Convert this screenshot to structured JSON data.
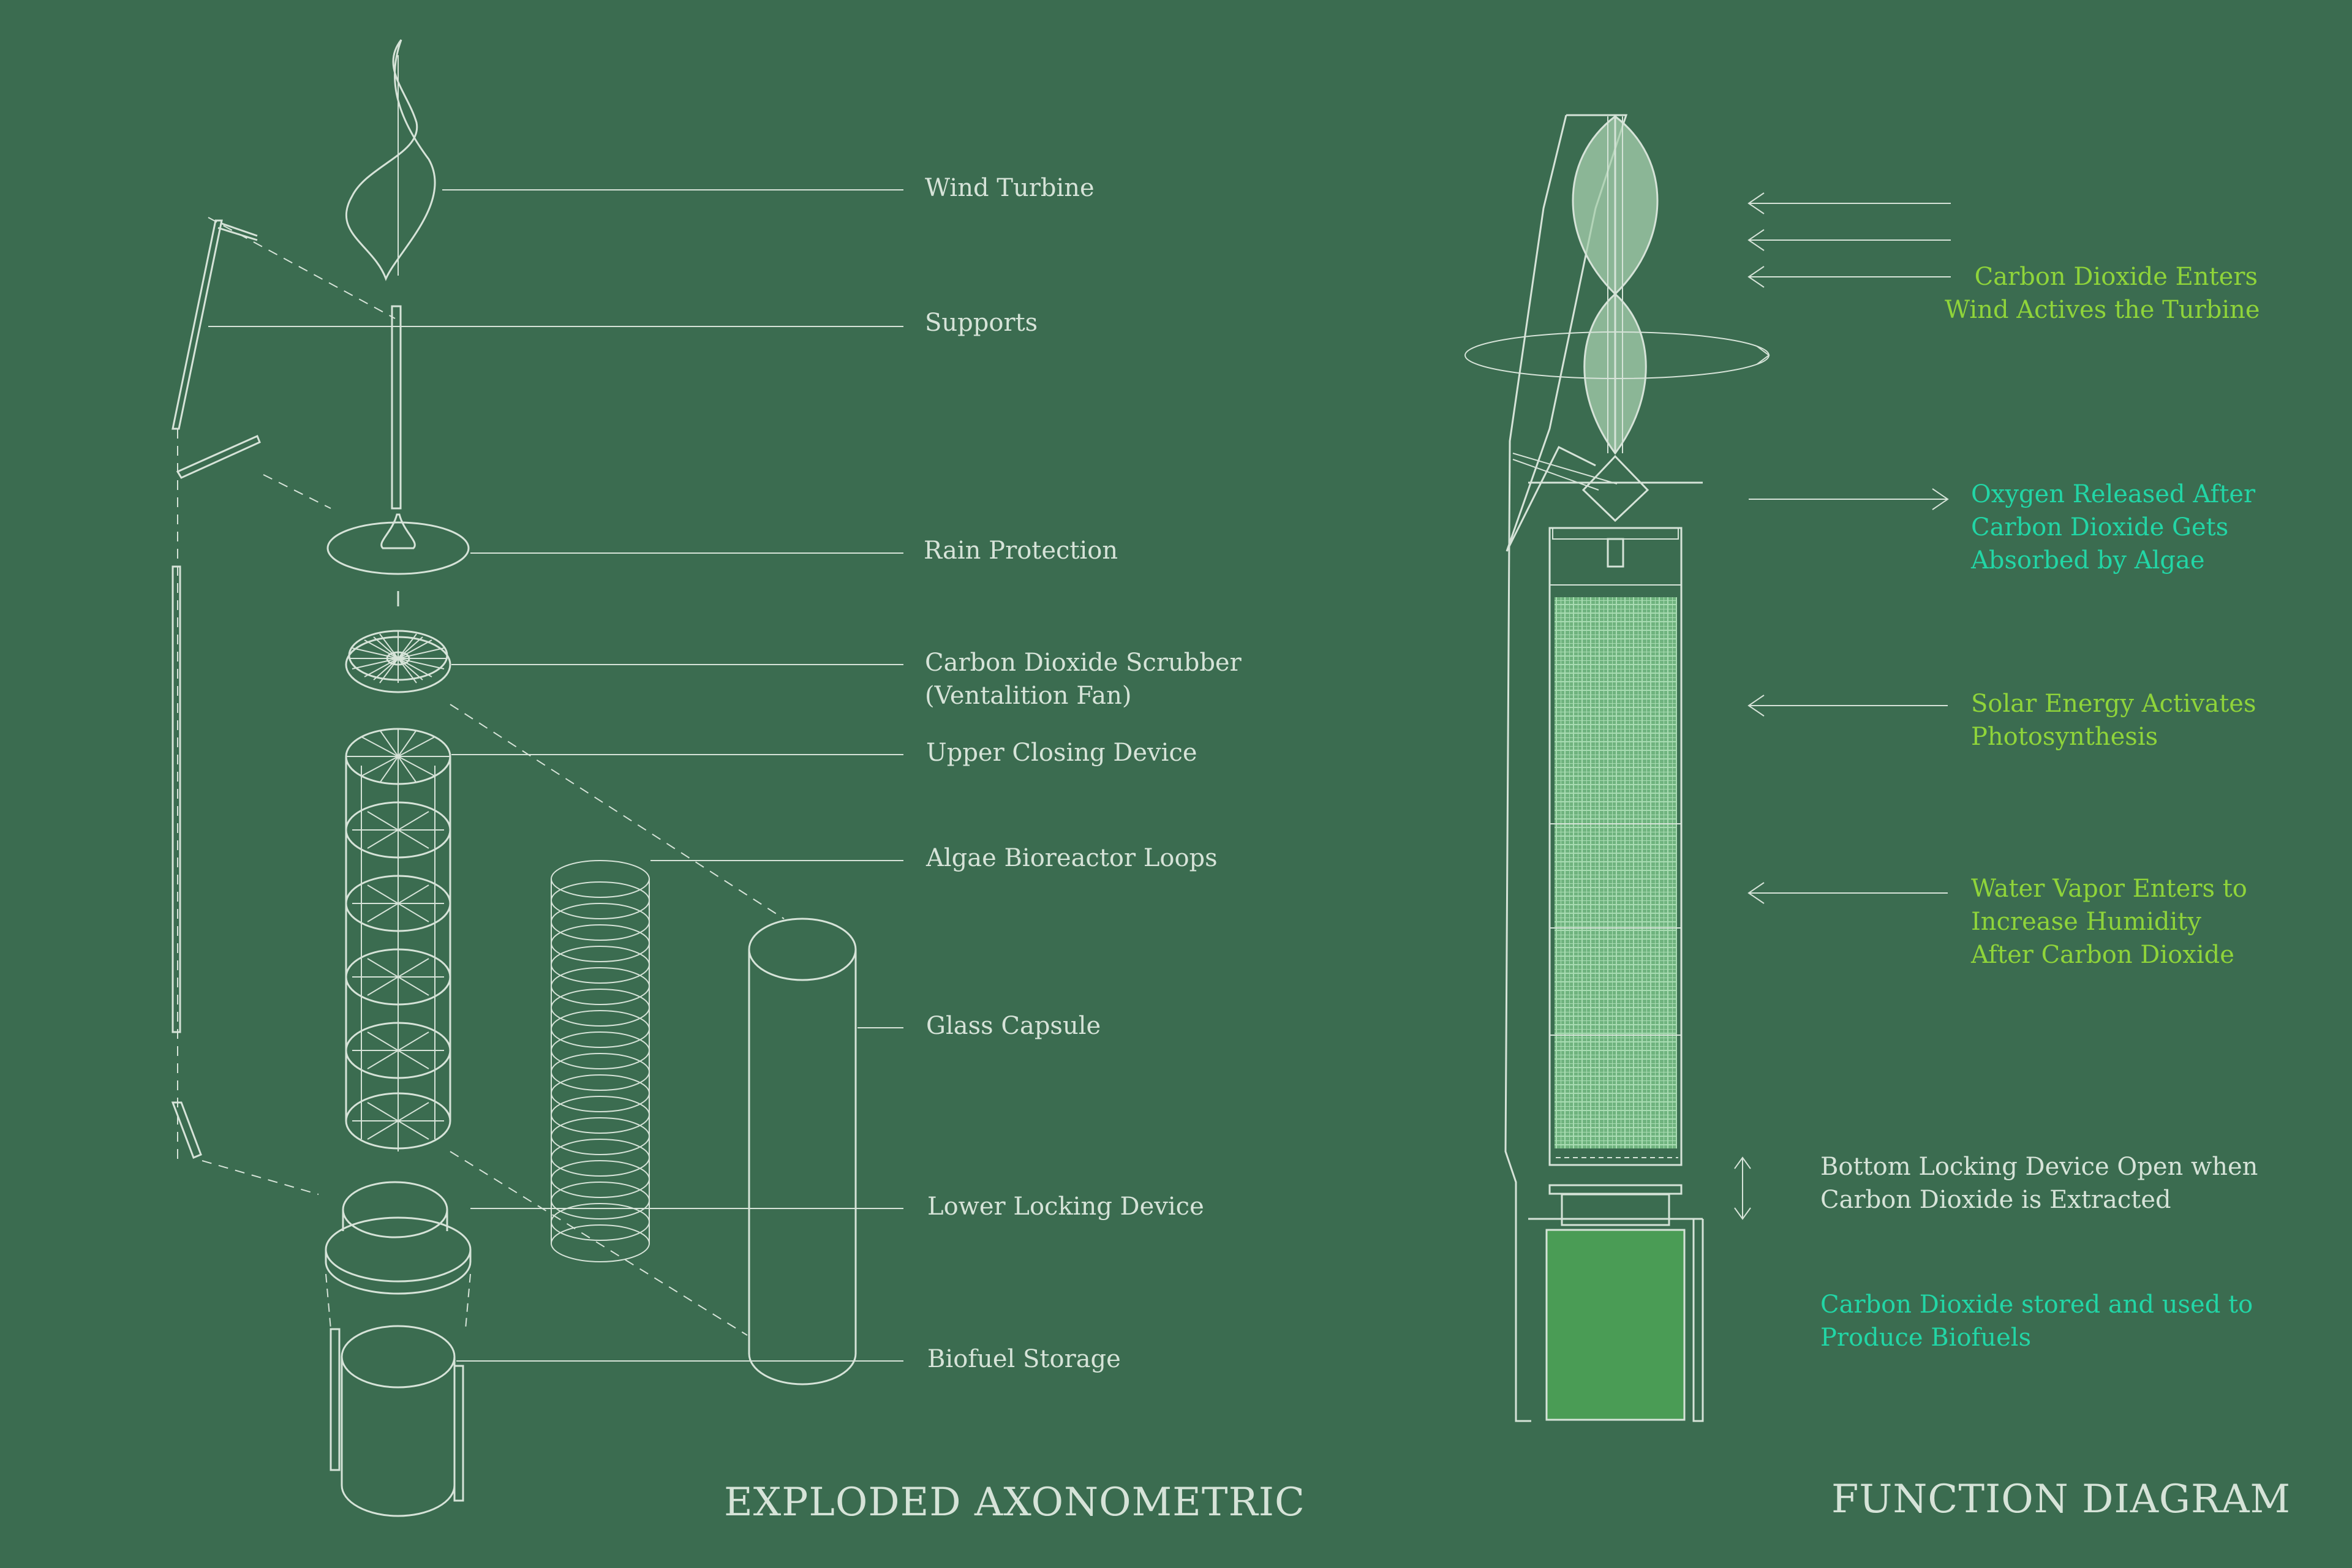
{
  "parts": {
    "wind_turbine": "Wind Turbine",
    "supports": "Supports",
    "rain_protection": "Rain Protection",
    "co2_scrubber_line1": "Carbon Dioxide Scrubber",
    "co2_scrubber_line2": "(Ventalition Fan)",
    "upper_closing_device": "Upper Closing Device",
    "algae_bioreactor_loops": "Algae Bioreactor Loops",
    "glass_capsule": "Glass Capsule",
    "lower_locking_device": "Lower Locking Device",
    "biofuel_storage": "Biofuel Storage"
  },
  "function_notes": {
    "co2_enters_line1": "Carbon Dioxide Enters",
    "co2_enters_line2": "Wind Actives the Turbine",
    "oxygen_line1": "Oxygen Released After",
    "oxygen_line2": "Carbon Dioxide Gets",
    "oxygen_line3": "Absorbed by Algae",
    "solar_line1": "Solar Energy Activates",
    "solar_line2": "Photosynthesis",
    "water_line1": "Water Vapor Enters to",
    "water_line2": "Increase Humidity",
    "water_line3": "After Carbon Dioxide",
    "bottom_line1": "Bottom Locking Device Open when",
    "bottom_line2": "Carbon Dioxide is Extracted",
    "stored_line1": "Carbon Dioxide stored and used to",
    "stored_line2": "Produce Biofuels"
  },
  "titles": {
    "left": "EXPLODED AXONOMETRIC",
    "right": "FUNCTION DIAGRAM"
  },
  "colors": {
    "background": "#3b6c50",
    "line": "#d6e3d8",
    "lime_text": "#8fd43a",
    "cyan_text": "#22d6a6",
    "algae_fill": "#7ec98a",
    "storage_fill": "#4a9c55"
  }
}
